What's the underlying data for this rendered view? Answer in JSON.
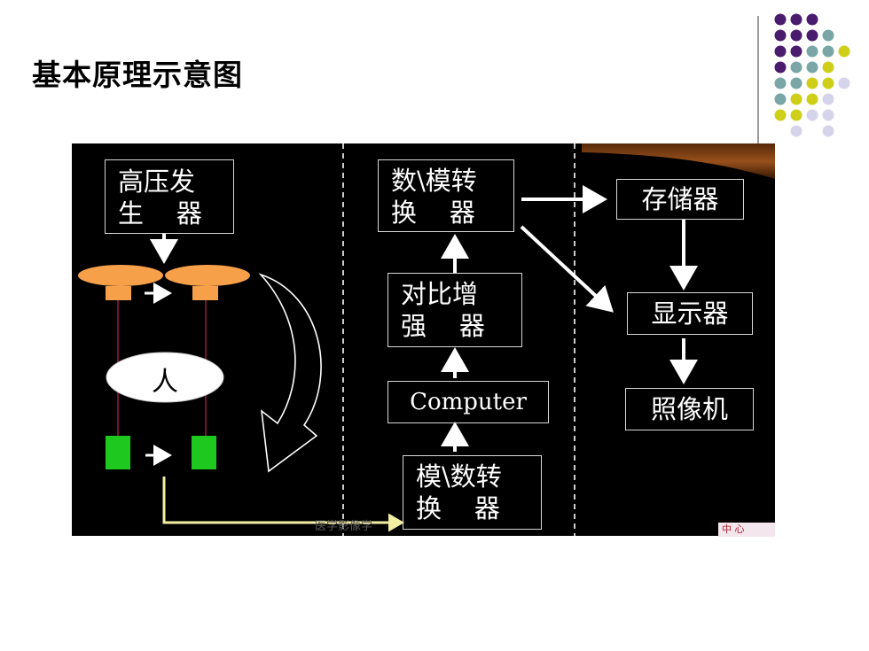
{
  "title": "基本原理示意图",
  "boxes": {
    "hv": {
      "line1": "高压发",
      "line2": "生    器"
    },
    "dac": {
      "line1": "数\\模转",
      "line2": "换    器"
    },
    "storage": "存储器",
    "contrast": {
      "line1": "对比增",
      "line2": "强    器"
    },
    "display": "显示器",
    "computer": "Computer",
    "camera": "照像机",
    "adc": {
      "line1": "模\\数转",
      "line2": "换    器"
    }
  },
  "person": "人",
  "footer_caption": "医学影像学",
  "logo_text": "中 心",
  "colors": {
    "background": "#000000",
    "tube": "#f7a04a",
    "detector": "#1ec81e",
    "arrow": "#ffffff",
    "path": "#f2eea2",
    "dot_purple": "#4b1c6e",
    "dot_teal": "#7aa6a6",
    "dot_yellow": "#cfcf1a",
    "dot_lavender": "#d6d4ea"
  }
}
